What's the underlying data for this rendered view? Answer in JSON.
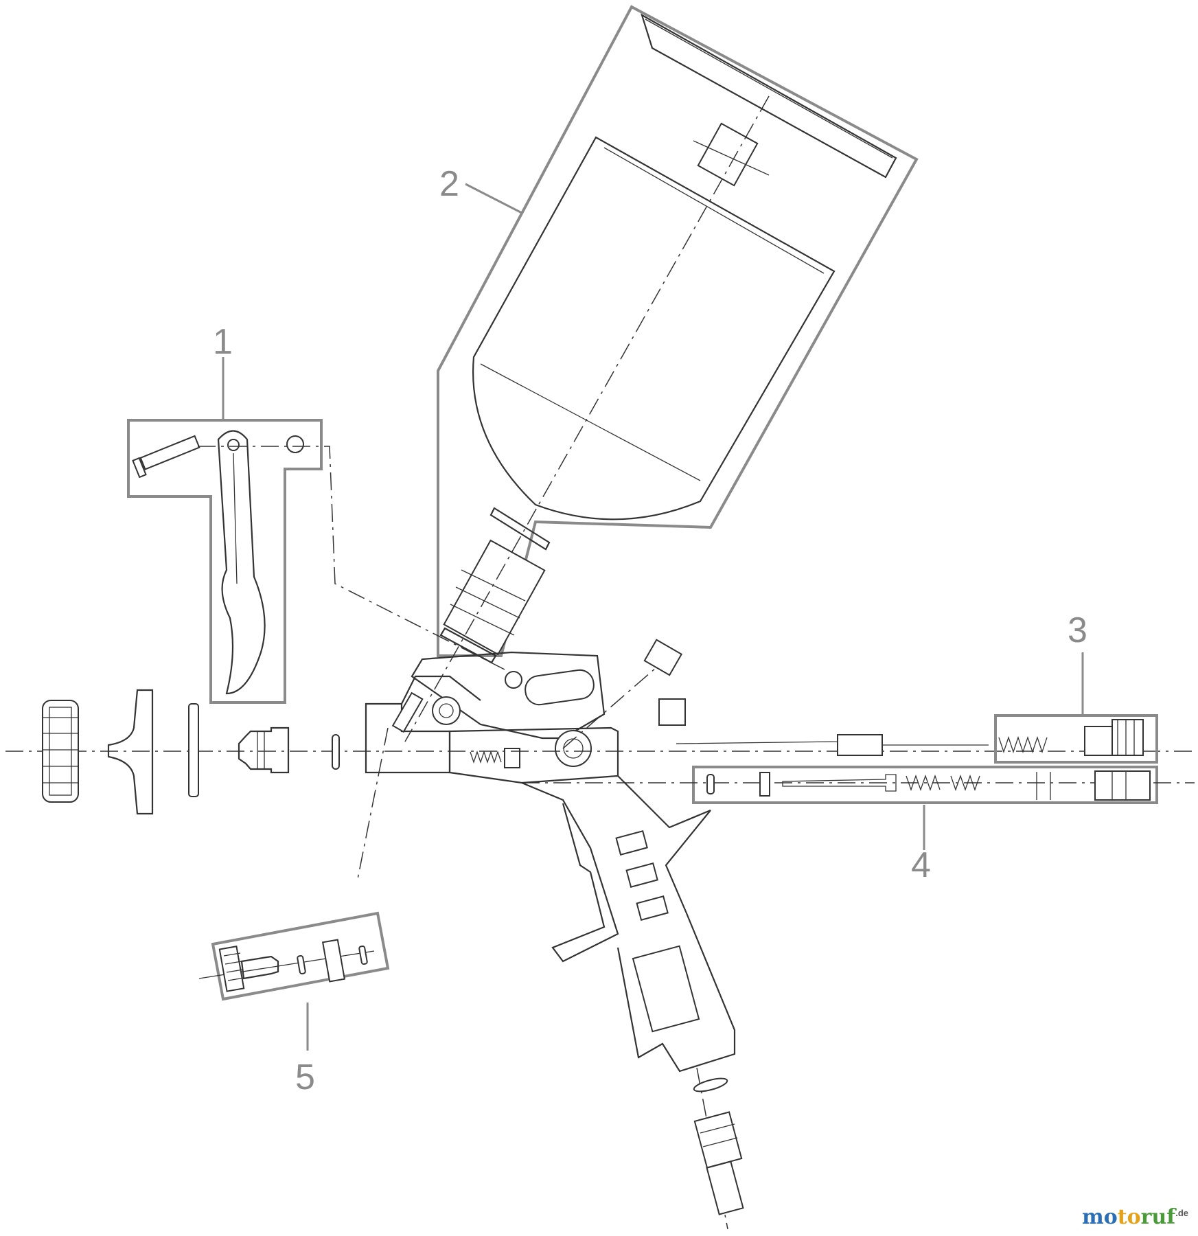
{
  "callouts": [
    "1",
    "2",
    "3",
    "4",
    "5"
  ],
  "watermark": {
    "letters": [
      "m",
      "o",
      "t",
      "o",
      "r",
      "u",
      "f"
    ],
    "letter_colors": [
      "#2a6fb5",
      "#2a6fb5",
      "#e3a21a",
      "#e3a21a",
      "#4a9a3a",
      "#4a9a3a",
      "#4a9a3a"
    ],
    "suffix": ".de"
  },
  "colors": {
    "line": "#333333",
    "group_frame": "#8a8a8a"
  }
}
